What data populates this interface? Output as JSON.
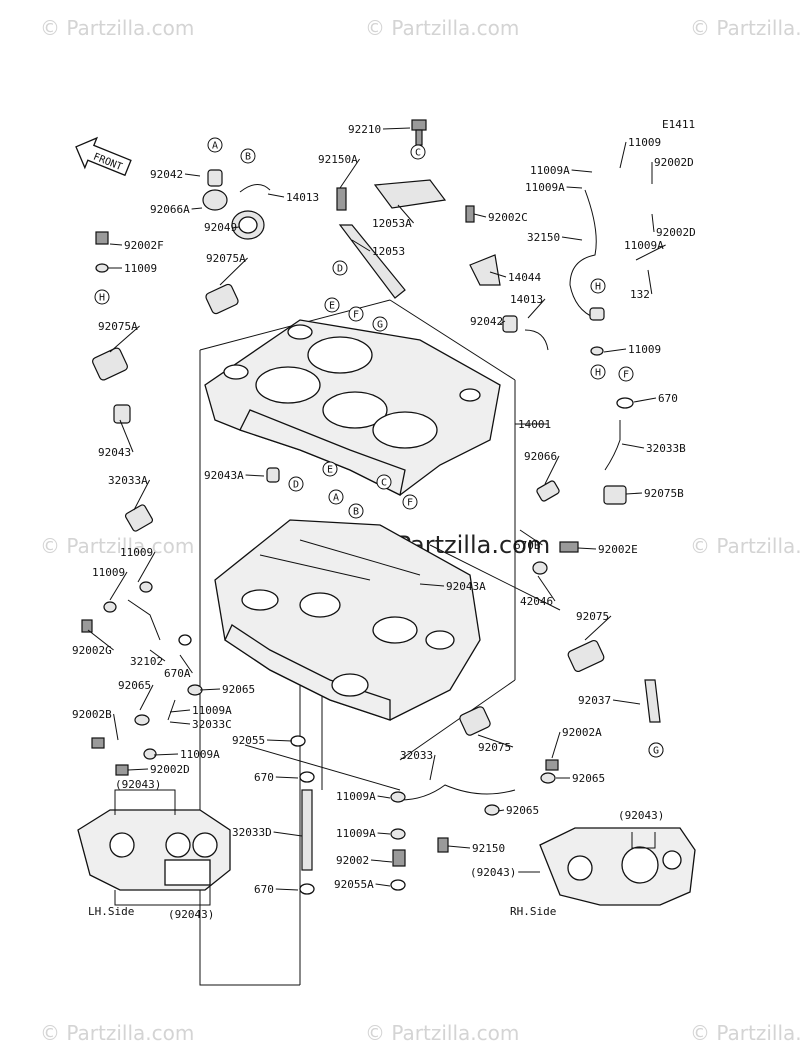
{
  "diagram_code": "E1411",
  "watermark_text": "© Partzilla.com",
  "front_label": "FRONT",
  "side_labels": {
    "lh": "LH.Side",
    "rh": "RH.Side"
  },
  "main_part_number": "14001",
  "part_labels": [
    "92042",
    "92066A",
    "92049",
    "14013",
    "92150A",
    "92210",
    "12053A",
    "12053",
    "92002F",
    "11009",
    "92075A",
    "92002C",
    "14044",
    "92042",
    "14013",
    "92075A",
    "92043",
    "92043A",
    "32033A",
    "92066",
    "670B",
    "92002E",
    "11009A",
    "11009A",
    "32150",
    "11009",
    "92002D",
    "92002D",
    "11009A",
    "132",
    "11009",
    "670",
    "32033B",
    "92075B",
    "11009",
    "11009",
    "92002G",
    "32102",
    "670A",
    "92043A",
    "42046",
    "92075",
    "92065",
    "92065",
    "92002B",
    "11009A",
    "32033C",
    "11009A",
    "92002D",
    "92055",
    "670",
    "32033",
    "92075",
    "92037",
    "92002A",
    "92065",
    "11009A",
    "92065",
    "32033D",
    "11009A",
    "92150",
    "92002",
    "92055A",
    "670",
    "(92043)",
    "(92043)",
    "(92043)",
    "(92043)"
  ],
  "ref_letters": [
    "A",
    "B",
    "C",
    "D",
    "E",
    "F",
    "G",
    "H",
    "A",
    "B",
    "C",
    "D",
    "E",
    "F",
    "G",
    "H",
    "H",
    "F",
    "G"
  ]
}
